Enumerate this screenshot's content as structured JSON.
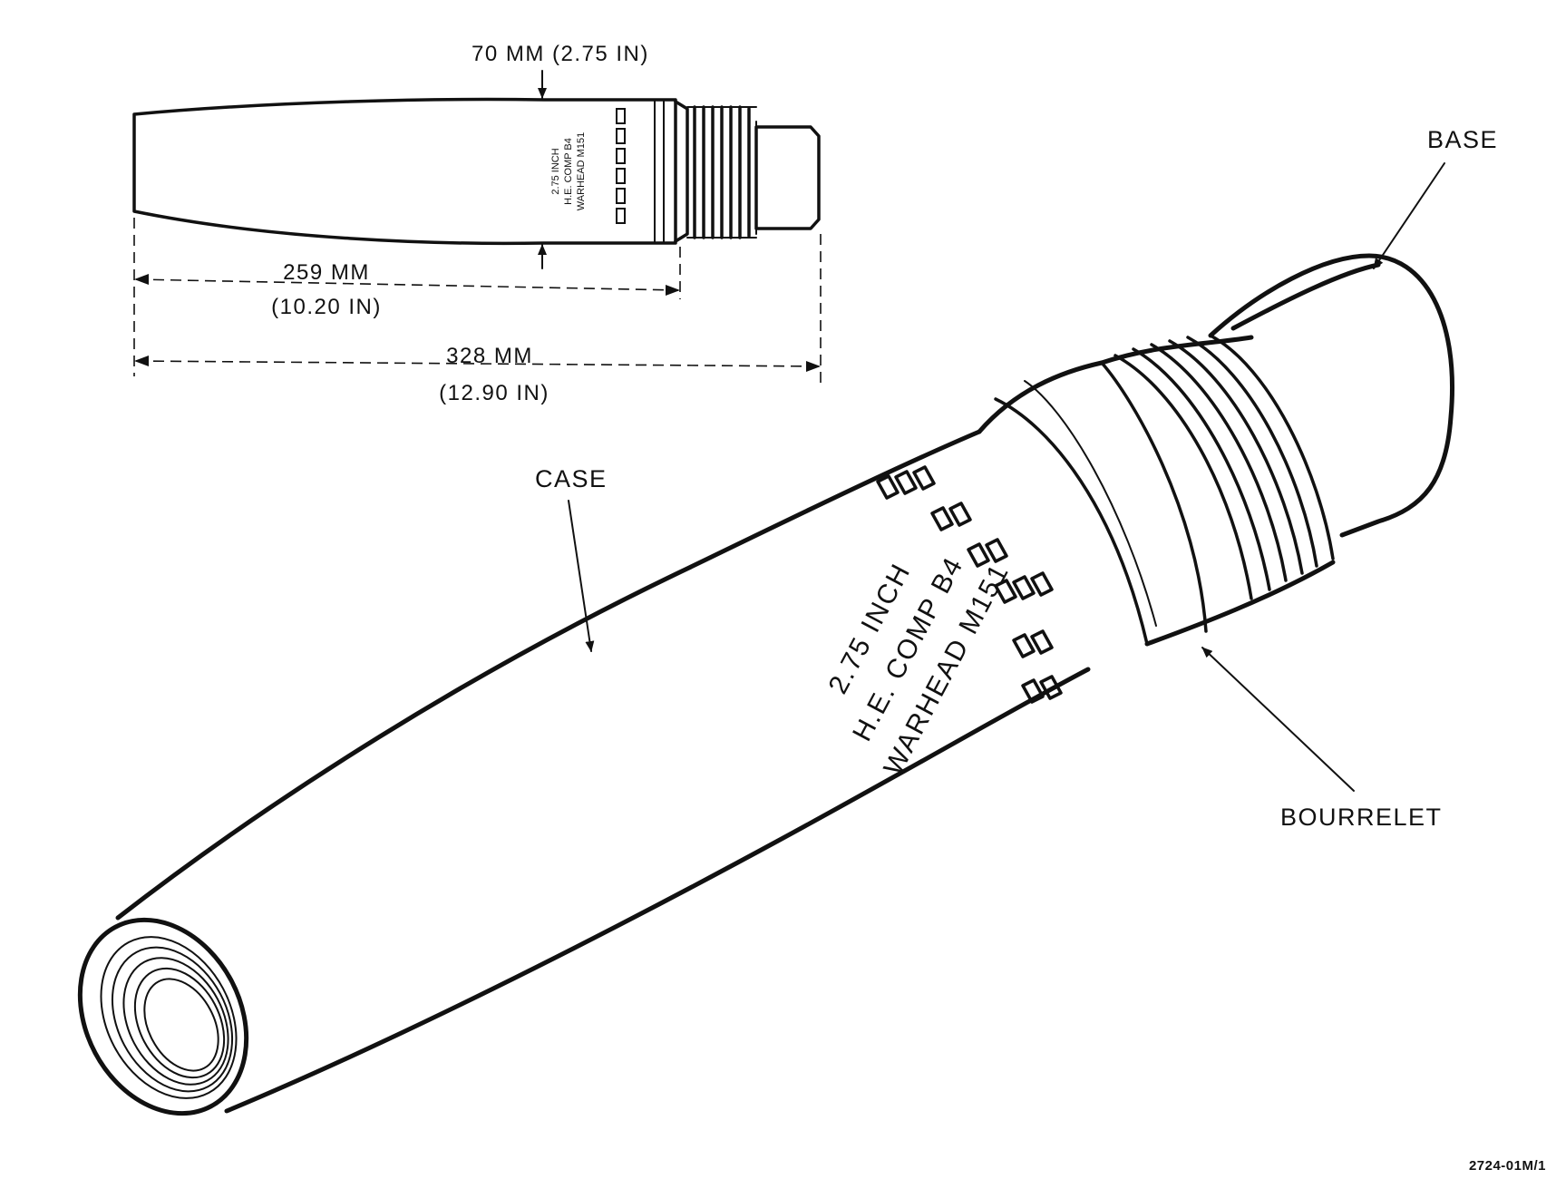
{
  "diagram": {
    "dimensions": {
      "diameter": "70 MM (2.75 IN)",
      "body_length_mm": "259 MM",
      "body_length_in": "(10.20 IN)",
      "overall_length_mm": "328 MM",
      "overall_length_in": "(12.90 IN)"
    },
    "side_view_marking": {
      "line1": "2.75 INCH",
      "line2": "H.E. COMP B4",
      "line3": "WARHEAD M151"
    },
    "iso_view_marking": {
      "line1": "2.75 INCH",
      "line2": "H.E. COMP B4",
      "line3": "WARHEAD M151"
    },
    "callouts": {
      "base": "BASE",
      "case": "CASE",
      "bourrelet": "BOURRELET"
    },
    "figure_id": "2724-01M/1"
  }
}
